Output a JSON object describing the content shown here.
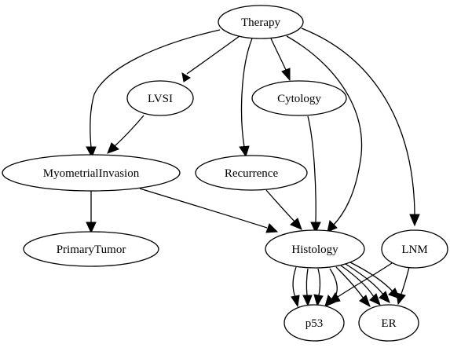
{
  "graph": {
    "nodes": [
      {
        "id": "therapy",
        "label": "Therapy"
      },
      {
        "id": "lvsi",
        "label": "LVSI"
      },
      {
        "id": "cytology",
        "label": "Cytology"
      },
      {
        "id": "myometrial",
        "label": "MyometrialInvasion"
      },
      {
        "id": "recurrence",
        "label": "Recurrence"
      },
      {
        "id": "primary",
        "label": "PrimaryTumor"
      },
      {
        "id": "histology",
        "label": "Histology"
      },
      {
        "id": "lnm",
        "label": "LNM"
      },
      {
        "id": "p53",
        "label": "p53"
      },
      {
        "id": "er",
        "label": "ER"
      }
    ],
    "edges": [
      {
        "from": "therapy",
        "to": "lvsi"
      },
      {
        "from": "therapy",
        "to": "myometrial"
      },
      {
        "from": "therapy",
        "to": "cytology"
      },
      {
        "from": "therapy",
        "to": "recurrence"
      },
      {
        "from": "therapy",
        "to": "histology"
      },
      {
        "from": "therapy",
        "to": "lnm"
      },
      {
        "from": "lvsi",
        "to": "myometrial"
      },
      {
        "from": "myometrial",
        "to": "primary"
      },
      {
        "from": "myometrial",
        "to": "histology"
      },
      {
        "from": "recurrence",
        "to": "histology"
      },
      {
        "from": "cytology",
        "to": "histology"
      },
      {
        "from": "histology",
        "to": "p53"
      },
      {
        "from": "histology",
        "to": "p53"
      },
      {
        "from": "histology",
        "to": "p53"
      },
      {
        "from": "histology",
        "to": "p53"
      },
      {
        "from": "histology",
        "to": "er"
      },
      {
        "from": "histology",
        "to": "er"
      },
      {
        "from": "histology",
        "to": "er"
      },
      {
        "from": "histology",
        "to": "er"
      },
      {
        "from": "lnm",
        "to": "p53"
      },
      {
        "from": "lnm",
        "to": "er"
      }
    ]
  }
}
